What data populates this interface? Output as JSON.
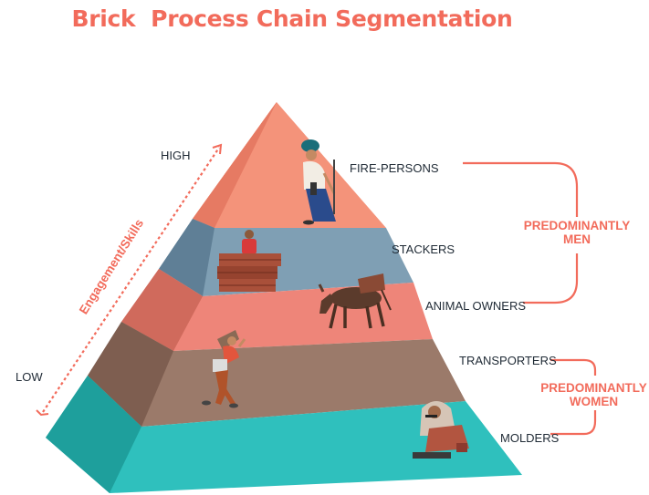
{
  "title": "Brick  Process Chain Segmentation",
  "axis": {
    "label": "Engagement/Skills",
    "high": "HIGH",
    "low": "LOW"
  },
  "tiers": [
    {
      "label": "FIRE-PERSONS",
      "color": "#f4937a",
      "side": "#e0705a"
    },
    {
      "label": "STACKERS",
      "color": "#7f9fb4",
      "side": "#5f7f96"
    },
    {
      "label": "ANIMAL OWNERS",
      "color": "#ee8579",
      "side": "#d06a5c"
    },
    {
      "label": "TRANSPORTERS",
      "color": "#9b7a6a",
      "side": "#7e5e50"
    },
    {
      "label": "MOLDERS",
      "color": "#2fc0bd",
      "side": "#1e9f9c"
    }
  ],
  "groups": [
    {
      "line1": "PREDOMINANTLY",
      "line2": "MEN"
    },
    {
      "line1": "PREDOMINANTLY",
      "line2": "WOMEN"
    }
  ],
  "colors": {
    "accent": "#f26b5b",
    "text": "#1f2a35"
  },
  "icons": [
    "fire-person-figure",
    "stacker-figure",
    "donkey-figure",
    "transporter-figure",
    "molder-figure"
  ]
}
